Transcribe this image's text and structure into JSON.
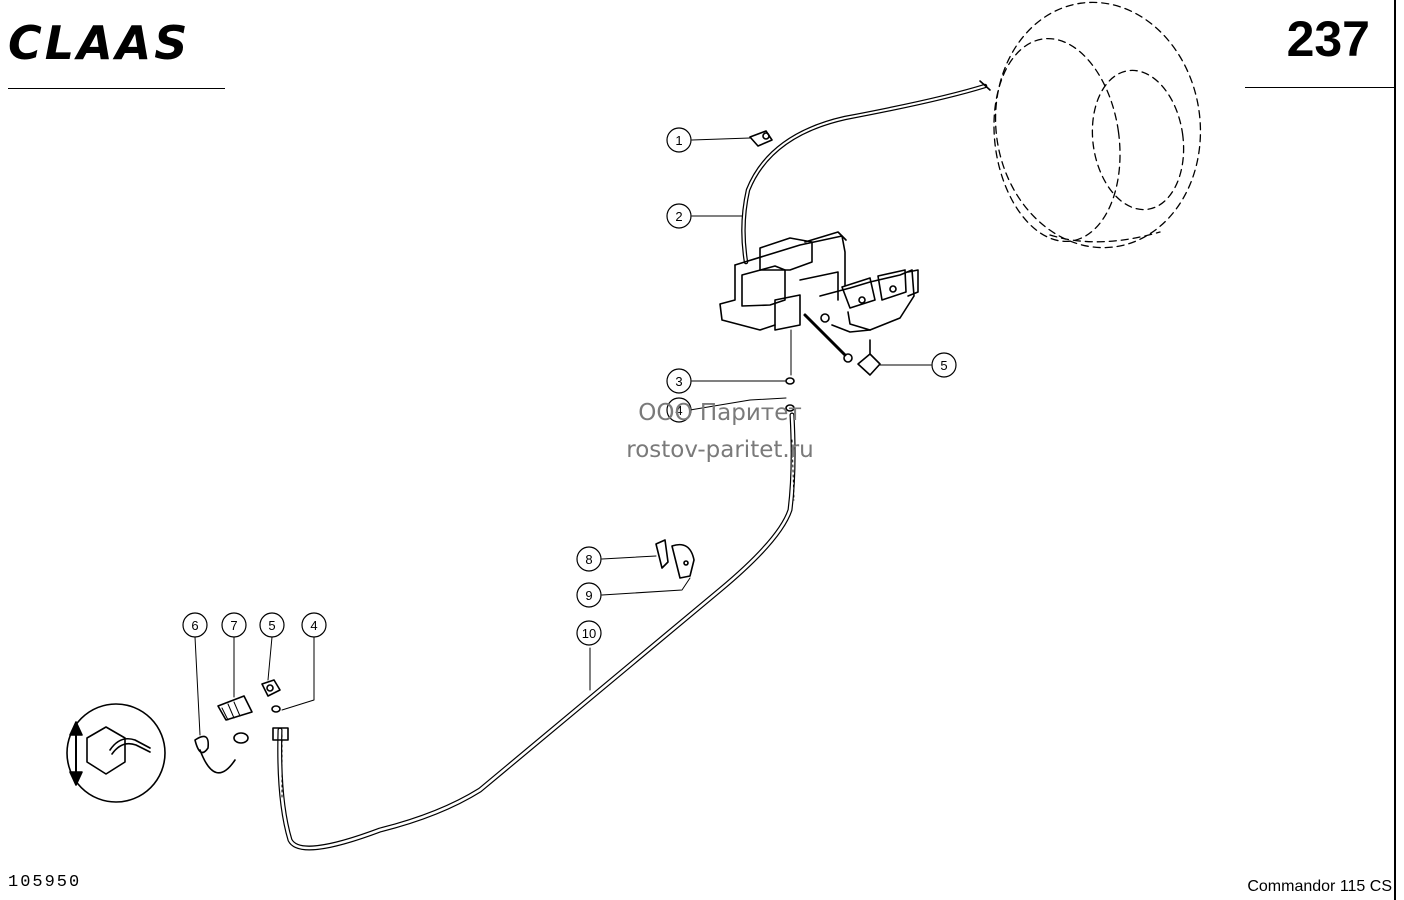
{
  "header": {
    "brand": "CLAAS",
    "page_number": "237"
  },
  "footer": {
    "drawing_number": "105950",
    "model": "Commandor 115 CS"
  },
  "watermark": {
    "line1": "ООО Паритет",
    "line2": "rostov-paritet.ru"
  },
  "callouts": [
    "1",
    "2",
    "3",
    "4",
    "5",
    "5",
    "6",
    "7",
    "8",
    "9",
    "10",
    "4"
  ]
}
